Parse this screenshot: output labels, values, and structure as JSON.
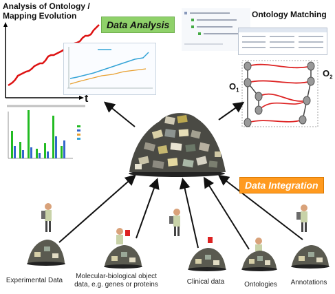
{
  "titles": {
    "analysis_line1": "Analysis of Ontology /",
    "analysis_line2": "Mapping Evolution",
    "matching": "Ontology Matching"
  },
  "banners": {
    "data_analysis": "Data Analysis",
    "data_integration": "Data Integration"
  },
  "axis": {
    "time_label": "t"
  },
  "ontology_labels": {
    "o1": "O",
    "o1_sub": "1",
    "o2": "O",
    "o2_sub": "2"
  },
  "sources": [
    {
      "label": "Experimental Data"
    },
    {
      "label_line1": "Molecular-biological object",
      "label_line2": "data, e.g. genes or proteins"
    },
    {
      "label": "Clinical data"
    },
    {
      "label": "Ontologies"
    },
    {
      "label": "Annotations"
    }
  ],
  "colors": {
    "evolution_line": "#dd1111",
    "mapping_line": "#dd2222",
    "banner_green": "#8fd16a",
    "banner_orange": "#ff9a1f",
    "bars_green": "#22bb22",
    "bars_blue": "#3366cc"
  }
}
